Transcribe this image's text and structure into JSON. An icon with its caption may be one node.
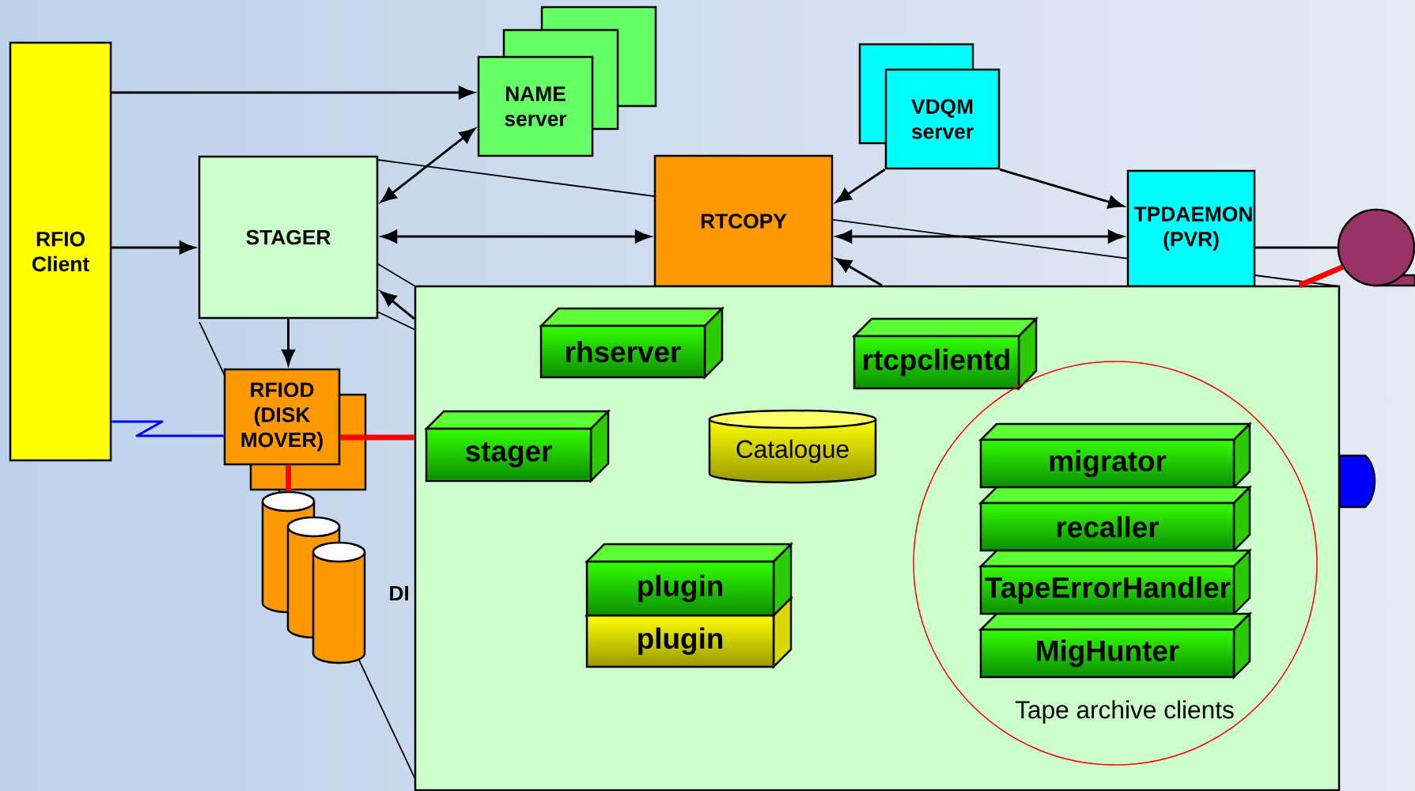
{
  "diagram": {
    "nodes": [
      {
        "text": [
          "RFIO Client"
        ]
      },
      {
        "text": [
          "NAME server"
        ]
      },
      {
        "text": [
          "VDQM server"
        ]
      },
      {
        "text": [
          "STAGER"
        ]
      },
      {
        "text": [
          "RTCOPY"
        ]
      },
      {
        "text": [
          "TPDAEMON (PVR)"
        ]
      },
      {
        "text": [],
        "shape": "circle"
      },
      {
        "text": [
          "RFIOD (DISK MOVER)"
        ]
      },
      {
        "text": [],
        "shape": "cylinder"
      },
      {
        "text": [],
        "shape": "cylinder"
      },
      {
        "text": [],
        "shape": "cylinder"
      },
      {
        "text": [],
        "shape": "box"
      },
      {
        "text": [
          "rhserver"
        ],
        "in": 11
      },
      {
        "text": [
          "rtcpclientd"
        ],
        "in": 11
      },
      {
        "text": [
          "stager"
        ],
        "in": 11
      },
      {
        "text": [
          "Catalogue"
        ],
        "in": 11
      },
      {
        "text": [
          "plugin"
        ],
        "in": 11
      },
      {
        "text": [
          "plugin"
        ],
        "in": 11
      },
      {
        "text": [
          "Tape archive clients"
        ],
        "in": 11
      },
      {
        "text": [
          "migrator"
        ],
        "in": 18
      },
      {
        "text": [
          "recaller"
        ],
        "in": 18
      },
      {
        "text": [
          "TapeErrorHandler"
        ],
        "in": 18
      },
      {
        "text": [
          "MigHunter"
        ],
        "in": 18
      }
    ],
    "edges": [
      {
        "from": 0,
        "to": 1,
        "arrow": "to"
      },
      {
        "from": 0,
        "to": 3,
        "arrow": "to"
      },
      {
        "from": 3,
        "to": 1,
        "arrow": "both"
      },
      {
        "from": 3,
        "to": 4,
        "arrow": "both"
      },
      {
        "from": 2,
        "to": 4,
        "arrow": "to"
      },
      {
        "from": 2,
        "to": 5,
        "arrow": "to"
      },
      {
        "from": 4,
        "to": 5,
        "arrow": "both"
      },
      {
        "from": 3,
        "to": 7,
        "arrow": "to"
      },
      {
        "from": 11,
        "to": 3,
        "arrow": "to"
      },
      {
        "from": 11,
        "to": 4,
        "arrow": "to"
      },
      {
        "from": 5,
        "to": 6,
        "arrow": "none"
      },
      {
        "from": 0,
        "to": 7,
        "arrow": "none",
        "color": "#0000ff"
      },
      {
        "from": 7,
        "to": 11,
        "arrow": "none",
        "style": "thick",
        "color": "#ff0000"
      },
      {
        "from": 7,
        "to": 8,
        "arrow": "none",
        "style": "thick",
        "color": "#ff0000"
      },
      {
        "from": 11,
        "to": 6,
        "arrow": "none",
        "style": "thick",
        "color": "#ff0000"
      }
    ],
    "labels": [
      "DI"
    ]
  }
}
